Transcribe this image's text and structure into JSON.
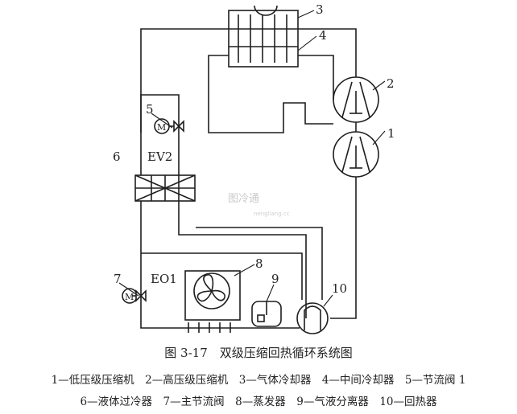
{
  "labels": {
    "n1": "1",
    "n2": "2",
    "n3": "3",
    "n4": "4",
    "n5": "5",
    "n6": "6",
    "n7": "7",
    "n8": "8",
    "n9": "9",
    "n10": "10",
    "ev2": "EV2",
    "eo1": "EO1",
    "motor_top": "M",
    "motor_bottom": "M"
  },
  "caption": "图 3-17　双级压缩回热循环系统图",
  "legend_line1": "1—低压级压缩机　2—高压级压缩机　3—气体冷却器　4—中间冷却器　5—节流阀 1",
  "legend_line2": "6—液体过冷器　7—主节流阀　8—蒸发器　9—气液分离器　10—回热器",
  "watermark": "图冷通",
  "watermark_small": "nengliang.cc"
}
